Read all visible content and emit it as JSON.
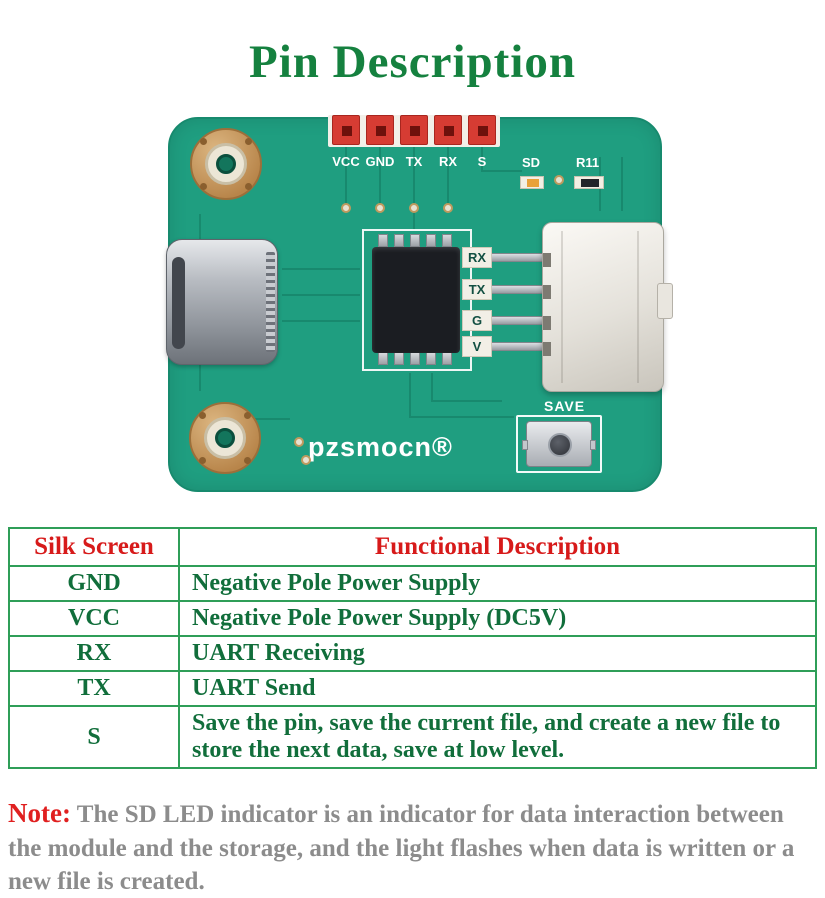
{
  "page": {
    "title": "Pin Description"
  },
  "board": {
    "top_pin_labels": [
      "VCC",
      "GND",
      "TX",
      "RX",
      "S"
    ],
    "sd_label": "SD",
    "r11_label": "R11",
    "side_labels": [
      "RX",
      "TX",
      "G",
      "V"
    ],
    "save_label": "SAVE",
    "brand": "pzsmocn®"
  },
  "table": {
    "headers": [
      "Silk Screen",
      "Functional Description"
    ],
    "rows": [
      {
        "pin": "GND",
        "desc": "Negative Pole Power Supply"
      },
      {
        "pin": "VCC",
        "desc": "Negative Pole Power Supply (DC5V)"
      },
      {
        "pin": "RX",
        "desc": "UART Receiving"
      },
      {
        "pin": "TX",
        "desc": "UART Send"
      },
      {
        "pin": "S",
        "desc": "Save the pin, save the current file, and create a new file to store the next data, save at low level."
      }
    ]
  },
  "note": {
    "label": "Note:",
    "text": " The SD LED indicator is an indicator for data interaction between the module and the storage, and the light flashes when data is written or a new file is created."
  },
  "colors": {
    "title_green": "#15813f",
    "accent_red": "#d71a1a",
    "table_border_green": "#2f9e58",
    "note_gray": "#8c8c8c",
    "board_green": "#1f9e80"
  }
}
